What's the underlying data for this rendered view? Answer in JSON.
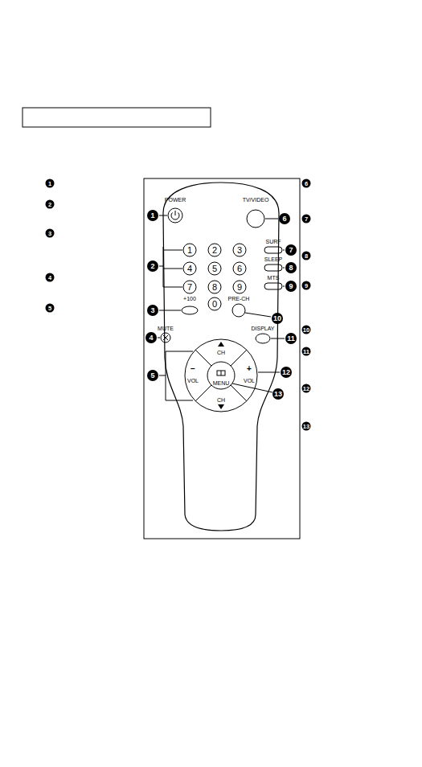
{
  "diagram": {
    "nodes": [
      {
        "text": [
          "1"
        ]
      },
      {
        "text": [
          "2"
        ]
      },
      {
        "text": [
          "3"
        ]
      },
      {
        "text": [
          "4"
        ]
      },
      {
        "text": [
          "5"
        ]
      },
      {
        "text": [
          "6"
        ]
      },
      {
        "text": [
          "7"
        ]
      },
      {
        "text": [
          "8"
        ]
      },
      {
        "text": [
          "9"
        ]
      },
      {
        "text": [
          "0"
        ]
      }
    ],
    "labels": [
      "POWER",
      "TV/VIDEO",
      "SURF",
      "SLEEP",
      "MTS",
      "+100",
      "PRE-CH",
      "MUTE",
      "DISPLAY",
      "CH",
      "−",
      "VOL",
      "MENU",
      "+",
      "VOL",
      "CH",
      "1",
      "2",
      "3",
      "4",
      "5",
      "6",
      "7",
      "8",
      "9",
      "10",
      "11",
      "12",
      "13",
      "1",
      "2",
      "3",
      "4",
      "5",
      "6",
      "7",
      "8",
      "9",
      "10",
      "11",
      "12",
      "13"
    ]
  }
}
